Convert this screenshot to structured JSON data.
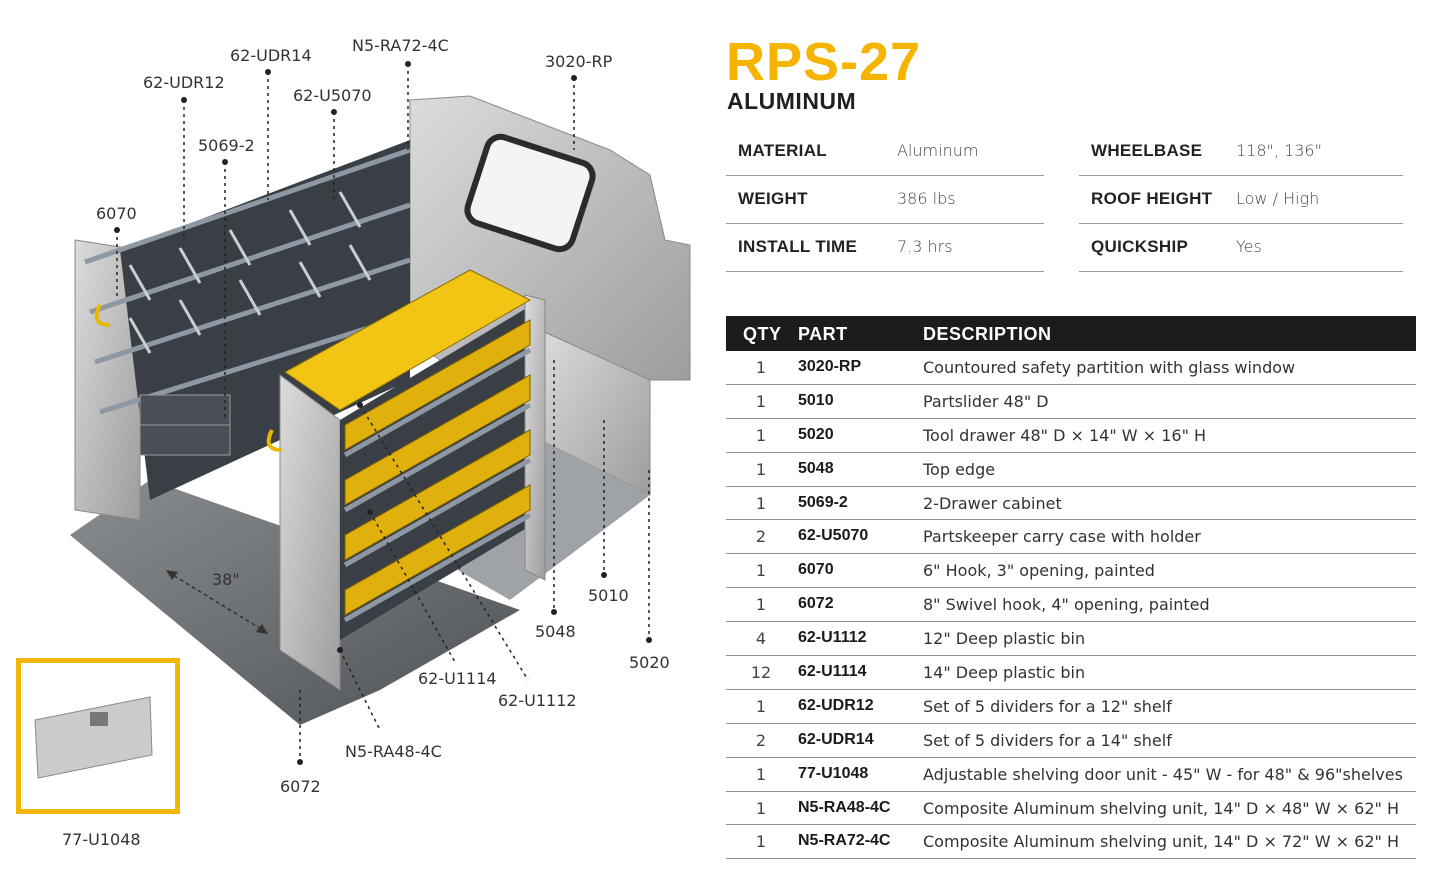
{
  "product": {
    "model": "RPS-27",
    "material_heading": "ALUMINUM"
  },
  "specs": [
    {
      "label": "MATERIAL",
      "value": "Aluminum"
    },
    {
      "label": "WEIGHT",
      "value": "386 lbs"
    },
    {
      "label": "INSTALL TIME",
      "value": "7.3 hrs"
    },
    {
      "label": "WHEELBASE",
      "value": "118\", 136\""
    },
    {
      "label": "ROOF HEIGHT",
      "value": "Low / High"
    },
    {
      "label": "QUICKSHIP",
      "value": "Yes"
    }
  ],
  "table": {
    "headers": {
      "qty": "QTY",
      "part": "PART",
      "description": "DESCRIPTION"
    },
    "rows": [
      {
        "qty": "1",
        "part": "3020-RP",
        "description": "Countoured safety partition with glass window"
      },
      {
        "qty": "1",
        "part": "5010",
        "description": "Partslider 48\" D"
      },
      {
        "qty": "1",
        "part": "5020",
        "description": "Tool drawer 48\" D × 14\" W × 16\" H"
      },
      {
        "qty": "1",
        "part": "5048",
        "description": "Top edge"
      },
      {
        "qty": "1",
        "part": "5069-2",
        "description": "2-Drawer cabinet"
      },
      {
        "qty": "2",
        "part": "62-U5070",
        "description": "Partskeeper carry case with holder"
      },
      {
        "qty": "1",
        "part": "6070",
        "description": "6\" Hook, 3\" opening, painted"
      },
      {
        "qty": "1",
        "part": "6072",
        "description": "8\" Swivel hook, 4\" opening, painted"
      },
      {
        "qty": "4",
        "part": "62-U1112",
        "description": "12\" Deep plastic bin"
      },
      {
        "qty": "12",
        "part": "62-U1114",
        "description": "14\" Deep plastic bin"
      },
      {
        "qty": "1",
        "part": "62-UDR12",
        "description": "Set of 5 dividers for a 12\" shelf"
      },
      {
        "qty": "2",
        "part": "62-UDR14",
        "description": "Set of 5 dividers for a 14\" shelf"
      },
      {
        "qty": "1",
        "part": "77-U1048",
        "description": "Adjustable shelving door unit - 45\" W - for 48\" & 96\"shelves"
      },
      {
        "qty": "1",
        "part": "N5-RA48-4C",
        "description": "Composite Aluminum shelving unit, 14\" D × 48\" W × 62\" H"
      },
      {
        "qty": "1",
        "part": "N5-RA72-4C",
        "description": "Composite Aluminum shelving unit, 14\" D × 72\" W × 62\" H"
      }
    ]
  },
  "callouts": {
    "n5ra72": "N5-RA72-4C",
    "udr14": "62-UDR14",
    "udr12": "62-UDR12",
    "u5070": "62-U5070",
    "rp3020": "3020-RP",
    "c5069": "5069-2",
    "c6070": "6070",
    "dim38": "38\"",
    "c5010": "5010",
    "c5048": "5048",
    "c5020": "5020",
    "u1114": "62-U1114",
    "u1112": "62-U1112",
    "n5ra48": "N5-RA48-4C",
    "c6072": "6072",
    "inset": "77-U1048"
  },
  "colors": {
    "brand_yellow": "#f5b400",
    "header_dark": "#1c1c1c",
    "bin_yellow": "#f2c413"
  }
}
